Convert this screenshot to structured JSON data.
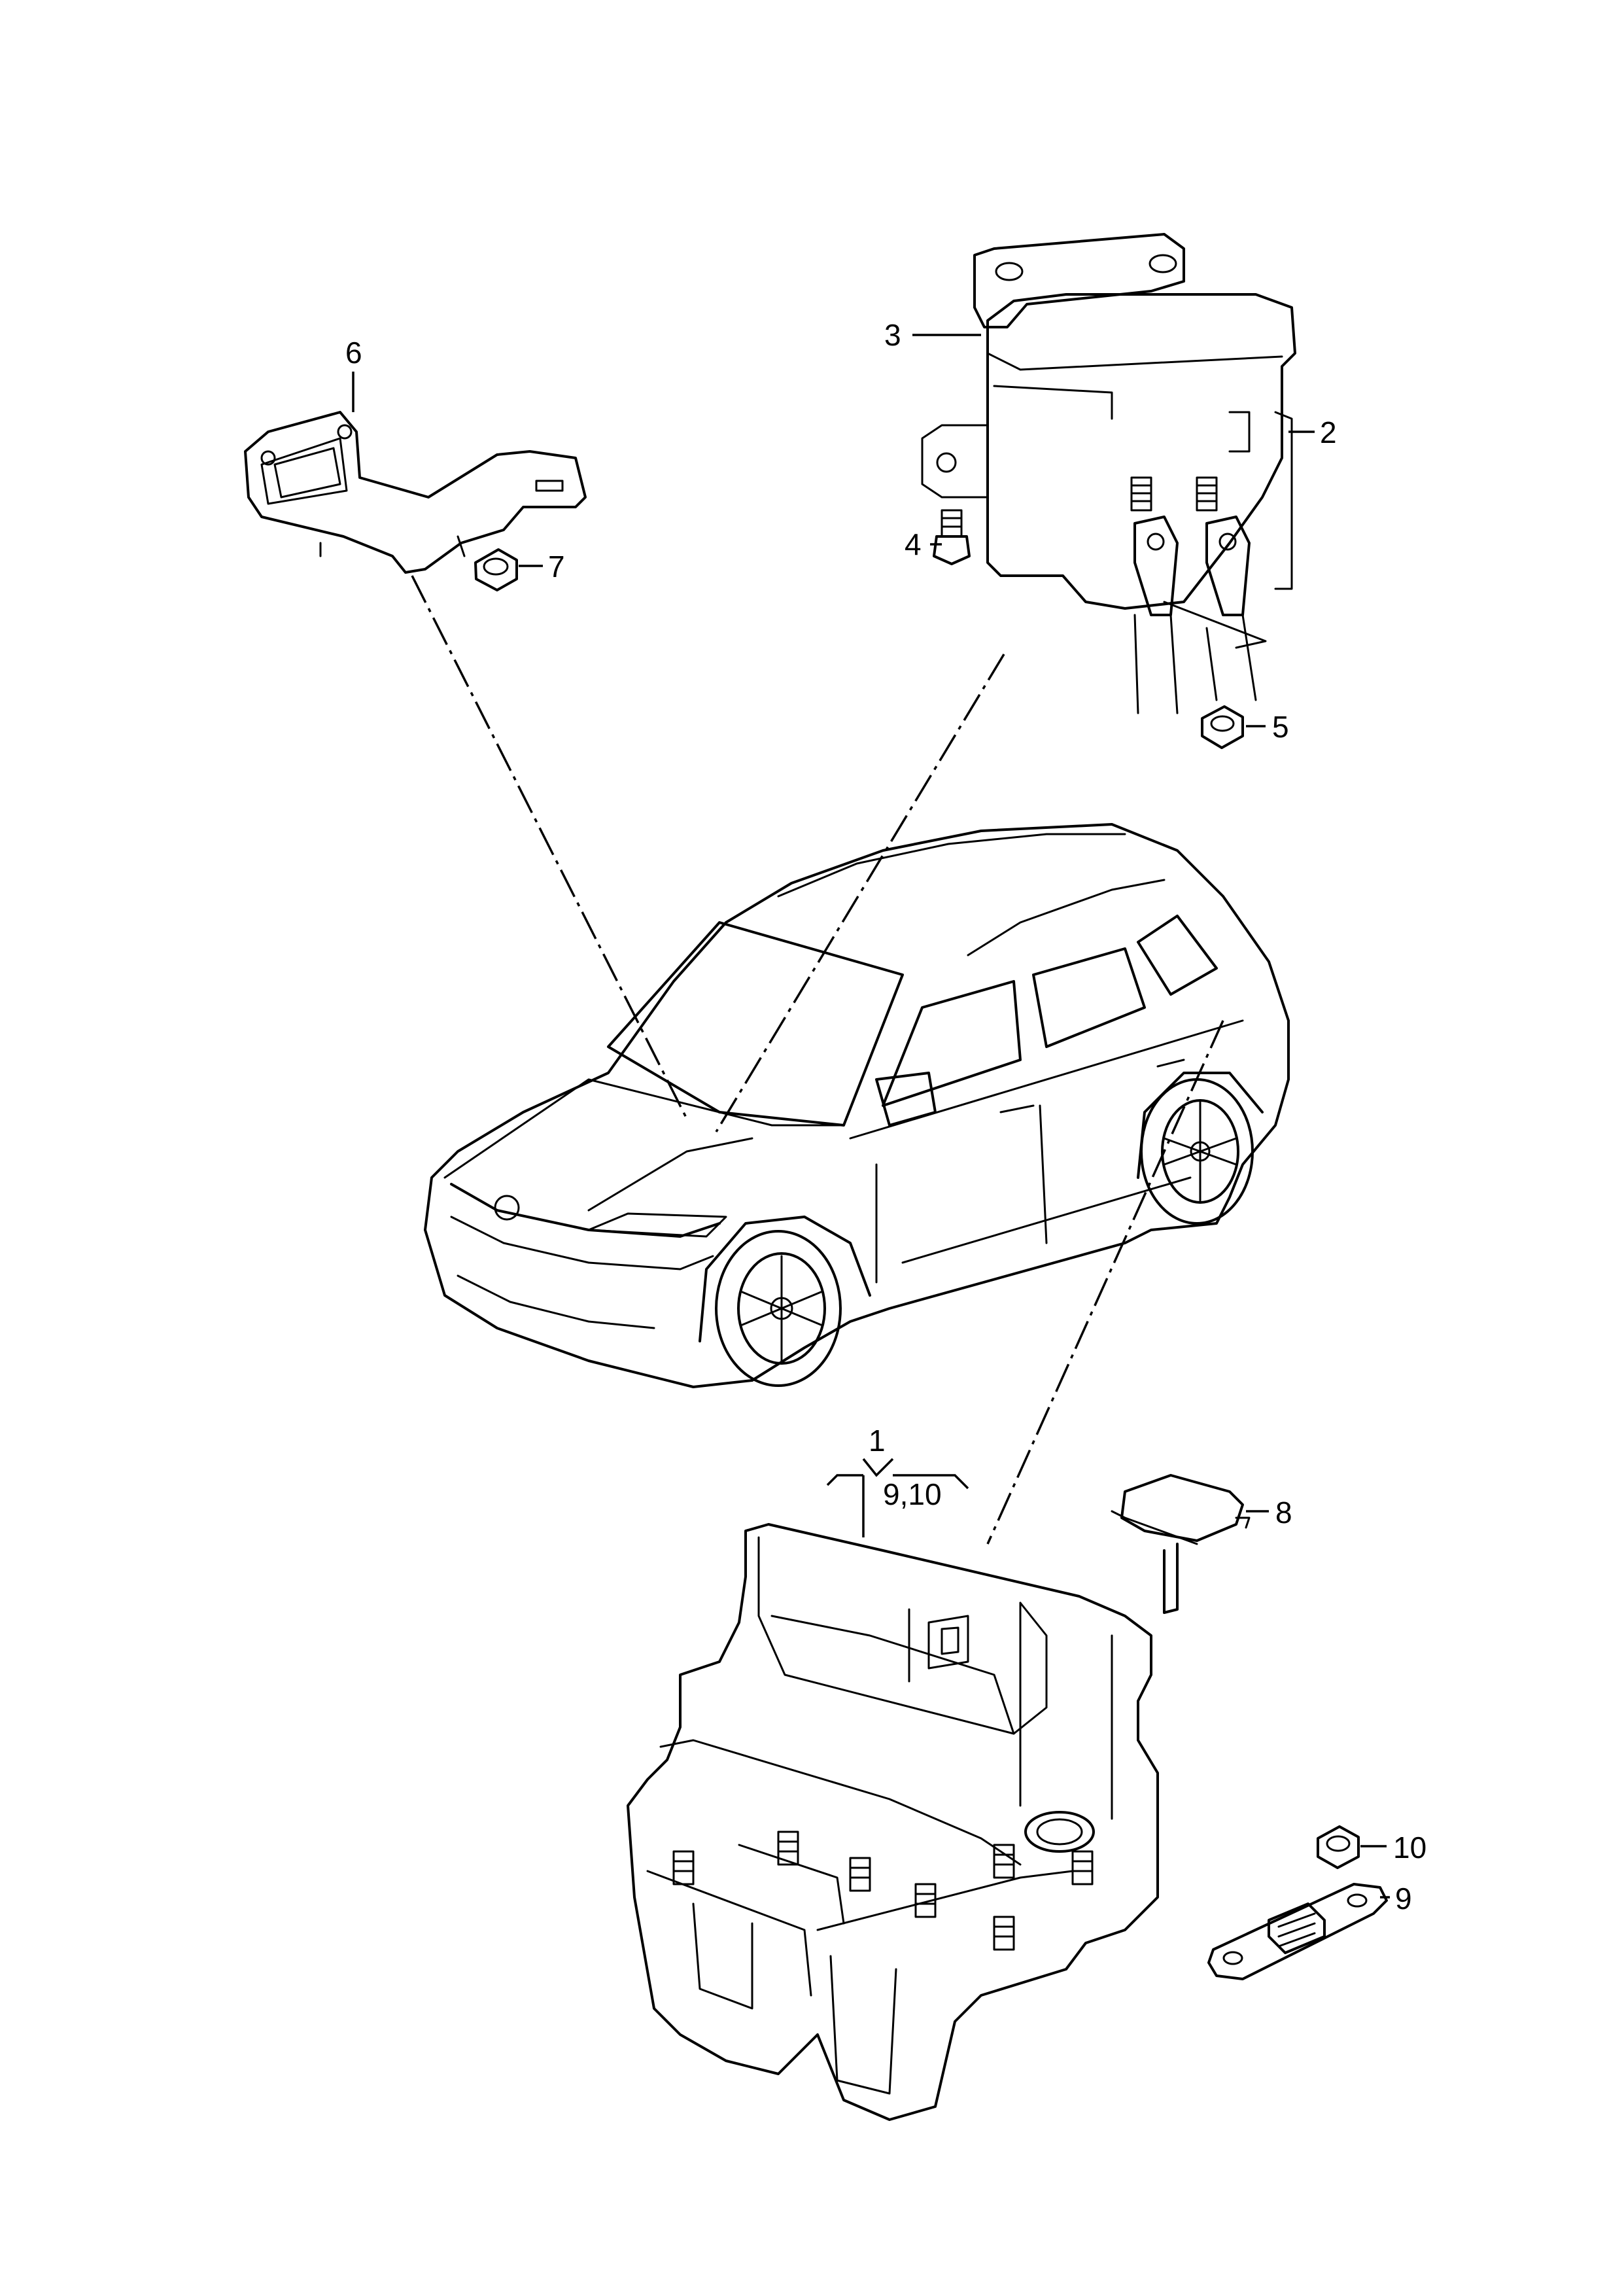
{
  "callouts": {
    "c1": "1",
    "c2": "2",
    "c3": "3",
    "c4": "4",
    "c5": "5",
    "c6": "6",
    "c7": "7",
    "c8": "8",
    "c9": "9",
    "c10": "10",
    "c9_10": "9,10"
  }
}
